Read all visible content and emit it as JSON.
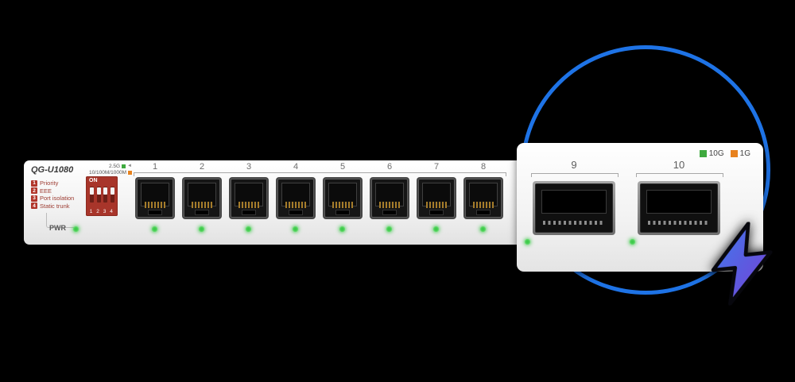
{
  "device": {
    "model": "QG-U1080",
    "dip_legend": [
      {
        "num": "1",
        "label": "Priority"
      },
      {
        "num": "2",
        "label": "EEE"
      },
      {
        "num": "3",
        "label": "Port isolation"
      },
      {
        "num": "4",
        "label": "Static trunk"
      }
    ],
    "dip_switch": {
      "on_label": "ON",
      "positions": [
        "1",
        "2",
        "3",
        "4"
      ]
    },
    "pwr_label": "PWR",
    "indicators": [
      {
        "label": "2.5G",
        "color": "#3faa3f"
      },
      {
        "label": "10/100M/1000M",
        "color": "#e8821e"
      }
    ],
    "ports": [
      "1",
      "2",
      "3",
      "4",
      "5",
      "6",
      "7",
      "8"
    ]
  },
  "zoom": {
    "legend": [
      {
        "label": "10G",
        "color": "#3faa3f"
      },
      {
        "label": "1G",
        "color": "#e8821e"
      }
    ],
    "ports": [
      "9",
      "10"
    ]
  },
  "icons": {
    "indicator_arrow": "◄"
  },
  "colors": {
    "circle_blue": "#1e73e6",
    "led_green": "#3ec94a",
    "dip_red": "#a8352a",
    "bolt_gradient_top": "#3b7ff0",
    "bolt_gradient_bottom": "#7b3fd8"
  }
}
